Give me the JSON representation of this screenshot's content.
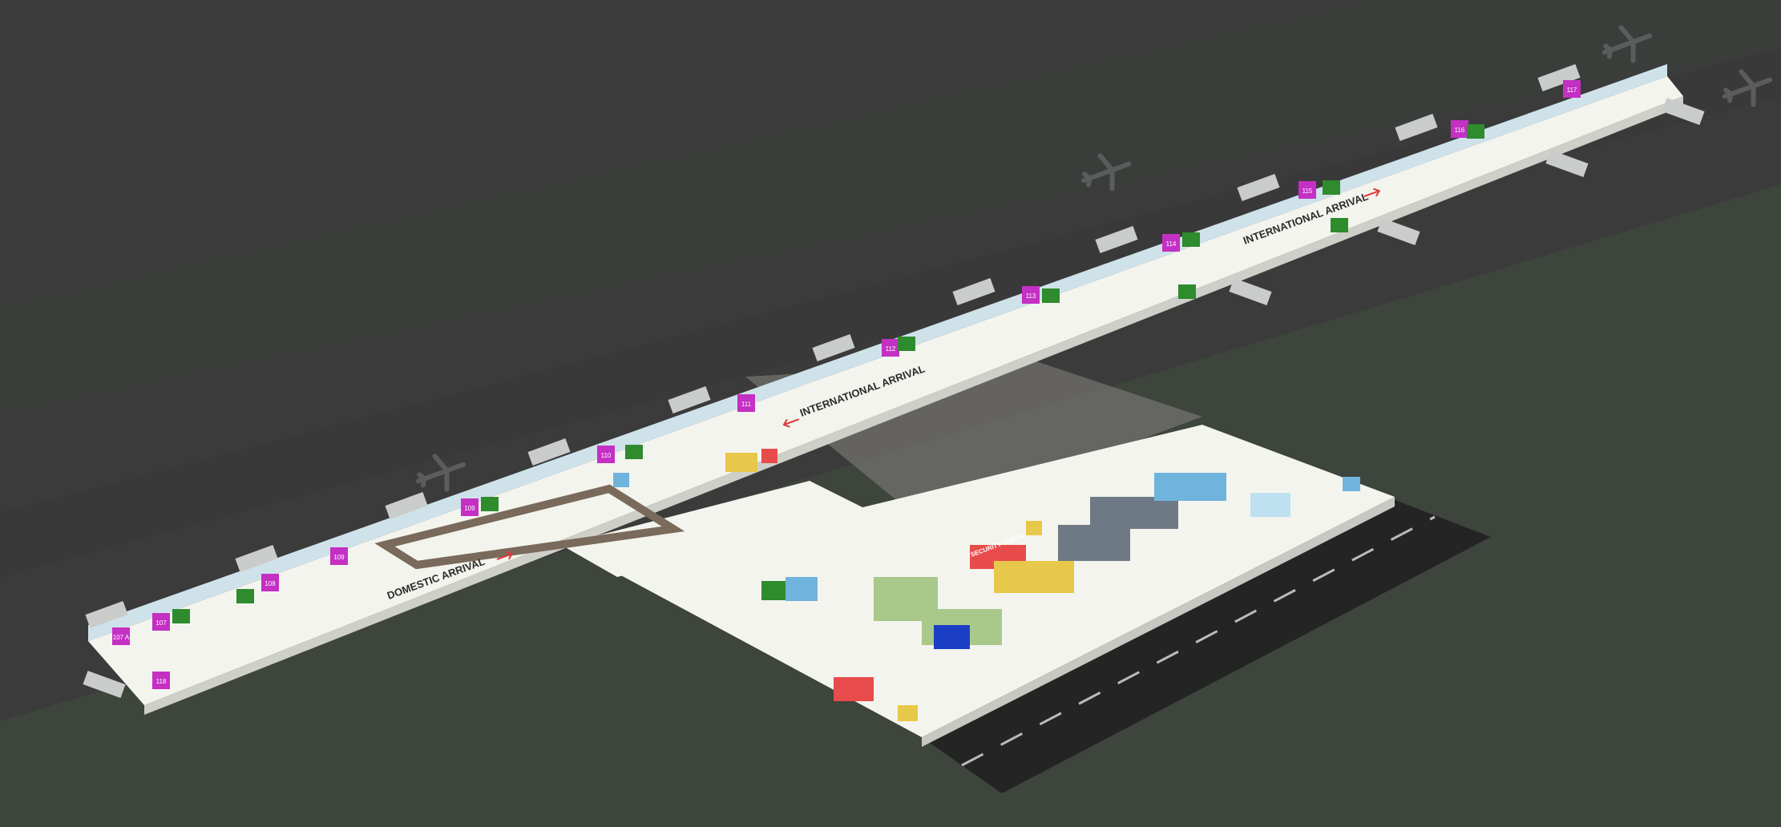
{
  "map": {
    "labels": {
      "domestic_arrival": "DOMESTIC ARRIVAL",
      "international_arrival_1": "INTERNATIONAL ARRIVAL",
      "international_arrival_2": "INTERNATIONAL ARRIVAL",
      "security_check": "SECURITY CHECK"
    },
    "gates": [
      {
        "id": "g1",
        "label": "107 A"
      },
      {
        "id": "g2",
        "label": "107"
      },
      {
        "id": "g3",
        "label": "108"
      },
      {
        "id": "g4",
        "label": "109"
      },
      {
        "id": "g5",
        "label": "109"
      },
      {
        "id": "g6",
        "label": "110"
      },
      {
        "id": "g7",
        "label": "111"
      },
      {
        "id": "g8",
        "label": "112"
      },
      {
        "id": "g9",
        "label": "113"
      },
      {
        "id": "g10",
        "label": "114"
      },
      {
        "id": "g11",
        "label": "115"
      },
      {
        "id": "g12",
        "label": "116"
      },
      {
        "id": "g13",
        "label": "117"
      },
      {
        "id": "g14",
        "label": "118"
      }
    ],
    "colors": {
      "ground": "#3a3b3a",
      "grass": "#3d453c",
      "terminal_floor": "#f4f4ee",
      "gate_badge": "#c42fc4",
      "shop_green": "#2e8b2e",
      "info_blue": "#6fb4dc",
      "food_yellow": "#e8c84a",
      "checkin_red": "#e84b4b",
      "road": "#242424"
    },
    "icons": [
      "airplane-icon",
      "arrow-right-icon",
      "arrow-left-icon"
    ]
  }
}
